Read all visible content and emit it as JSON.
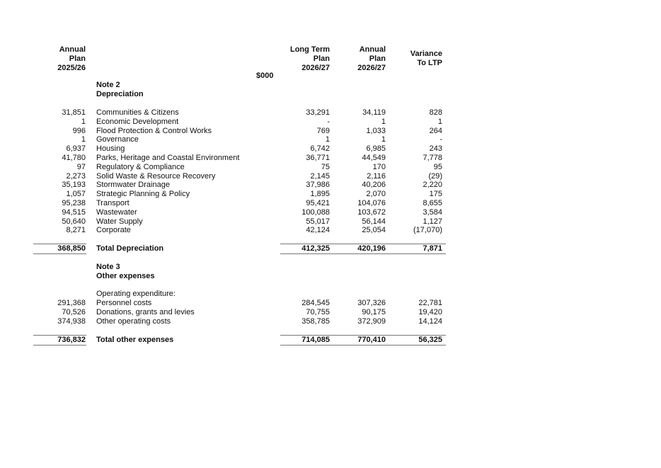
{
  "header": {
    "col_prev": [
      "Annual",
      "Plan",
      "2025/26"
    ],
    "col_ltp": [
      "Long Term",
      "Plan",
      "2026/27"
    ],
    "col_ap": [
      "Annual",
      "Plan",
      "2026/27"
    ],
    "col_var": [
      "Variance",
      "To LTP"
    ],
    "unit": "$000"
  },
  "note2": {
    "title": "Note 2",
    "subtitle": "Depreciation",
    "rows": [
      {
        "prev": "31,851",
        "label": "Communities & Citizens",
        "ltp": "33,291",
        "ap": "34,119",
        "var": "828"
      },
      {
        "prev": "1",
        "label": "Economic Development",
        "ltp": "-",
        "ap": "1",
        "var": "1"
      },
      {
        "prev": "996",
        "label": "Flood Protection & Control Works",
        "ltp": "769",
        "ap": "1,033",
        "var": "264"
      },
      {
        "prev": "1",
        "label": "Governance",
        "ltp": "1",
        "ap": "1",
        "var": "-"
      },
      {
        "prev": "6,937",
        "label": "Housing",
        "ltp": "6,742",
        "ap": "6,985",
        "var": "243"
      },
      {
        "prev": "41,780",
        "label": "Parks, Heritage and Coastal Environment",
        "ltp": "36,771",
        "ap": "44,549",
        "var": "7,778"
      },
      {
        "prev": "97",
        "label": "Regulatory & Compliance",
        "ltp": "75",
        "ap": "170",
        "var": "95"
      },
      {
        "prev": "2,273",
        "label": "Solid Waste & Resource Recovery",
        "ltp": "2,145",
        "ap": "2,116",
        "var": "(29)"
      },
      {
        "prev": "35,193",
        "label": "Stormwater Drainage",
        "ltp": "37,986",
        "ap": "40,206",
        "var": "2,220"
      },
      {
        "prev": "1,057",
        "label": "Strategic Planning & Policy",
        "ltp": "1,895",
        "ap": "2,070",
        "var": "175"
      },
      {
        "prev": "95,238",
        "label": "Transport",
        "ltp": "95,421",
        "ap": "104,076",
        "var": "8,655"
      },
      {
        "prev": "94,515",
        "label": "Wastewater",
        "ltp": "100,088",
        "ap": "103,672",
        "var": "3,584"
      },
      {
        "prev": "50,640",
        "label": "Water Supply",
        "ltp": "55,017",
        "ap": "56,144",
        "var": "1,127"
      },
      {
        "prev": "8,271",
        "label": "Corporate",
        "ltp": "42,124",
        "ap": "25,054",
        "var": "(17,070)"
      }
    ],
    "total": {
      "prev": "368,850",
      "label": "Total Depreciation",
      "ltp": "412,325",
      "ap": "420,196",
      "var": "7,871"
    }
  },
  "note3": {
    "title": "Note 3",
    "subtitle": "Other expenses",
    "group_label": "Operating expenditure:",
    "rows": [
      {
        "prev": "291,368",
        "label": "Personnel costs",
        "ltp": "284,545",
        "ap": "307,326",
        "var": "22,781"
      },
      {
        "prev": "70,526",
        "label": "Donations, grants and levies",
        "ltp": "70,755",
        "ap": "90,175",
        "var": "19,420"
      },
      {
        "prev": "374,938",
        "label": "Other operating costs",
        "ltp": "358,785",
        "ap": "372,909",
        "var": "14,124"
      }
    ],
    "total": {
      "prev": "736,832",
      "label": "Total other expenses",
      "ltp": "714,085",
      "ap": "770,410",
      "var": "56,325"
    }
  }
}
